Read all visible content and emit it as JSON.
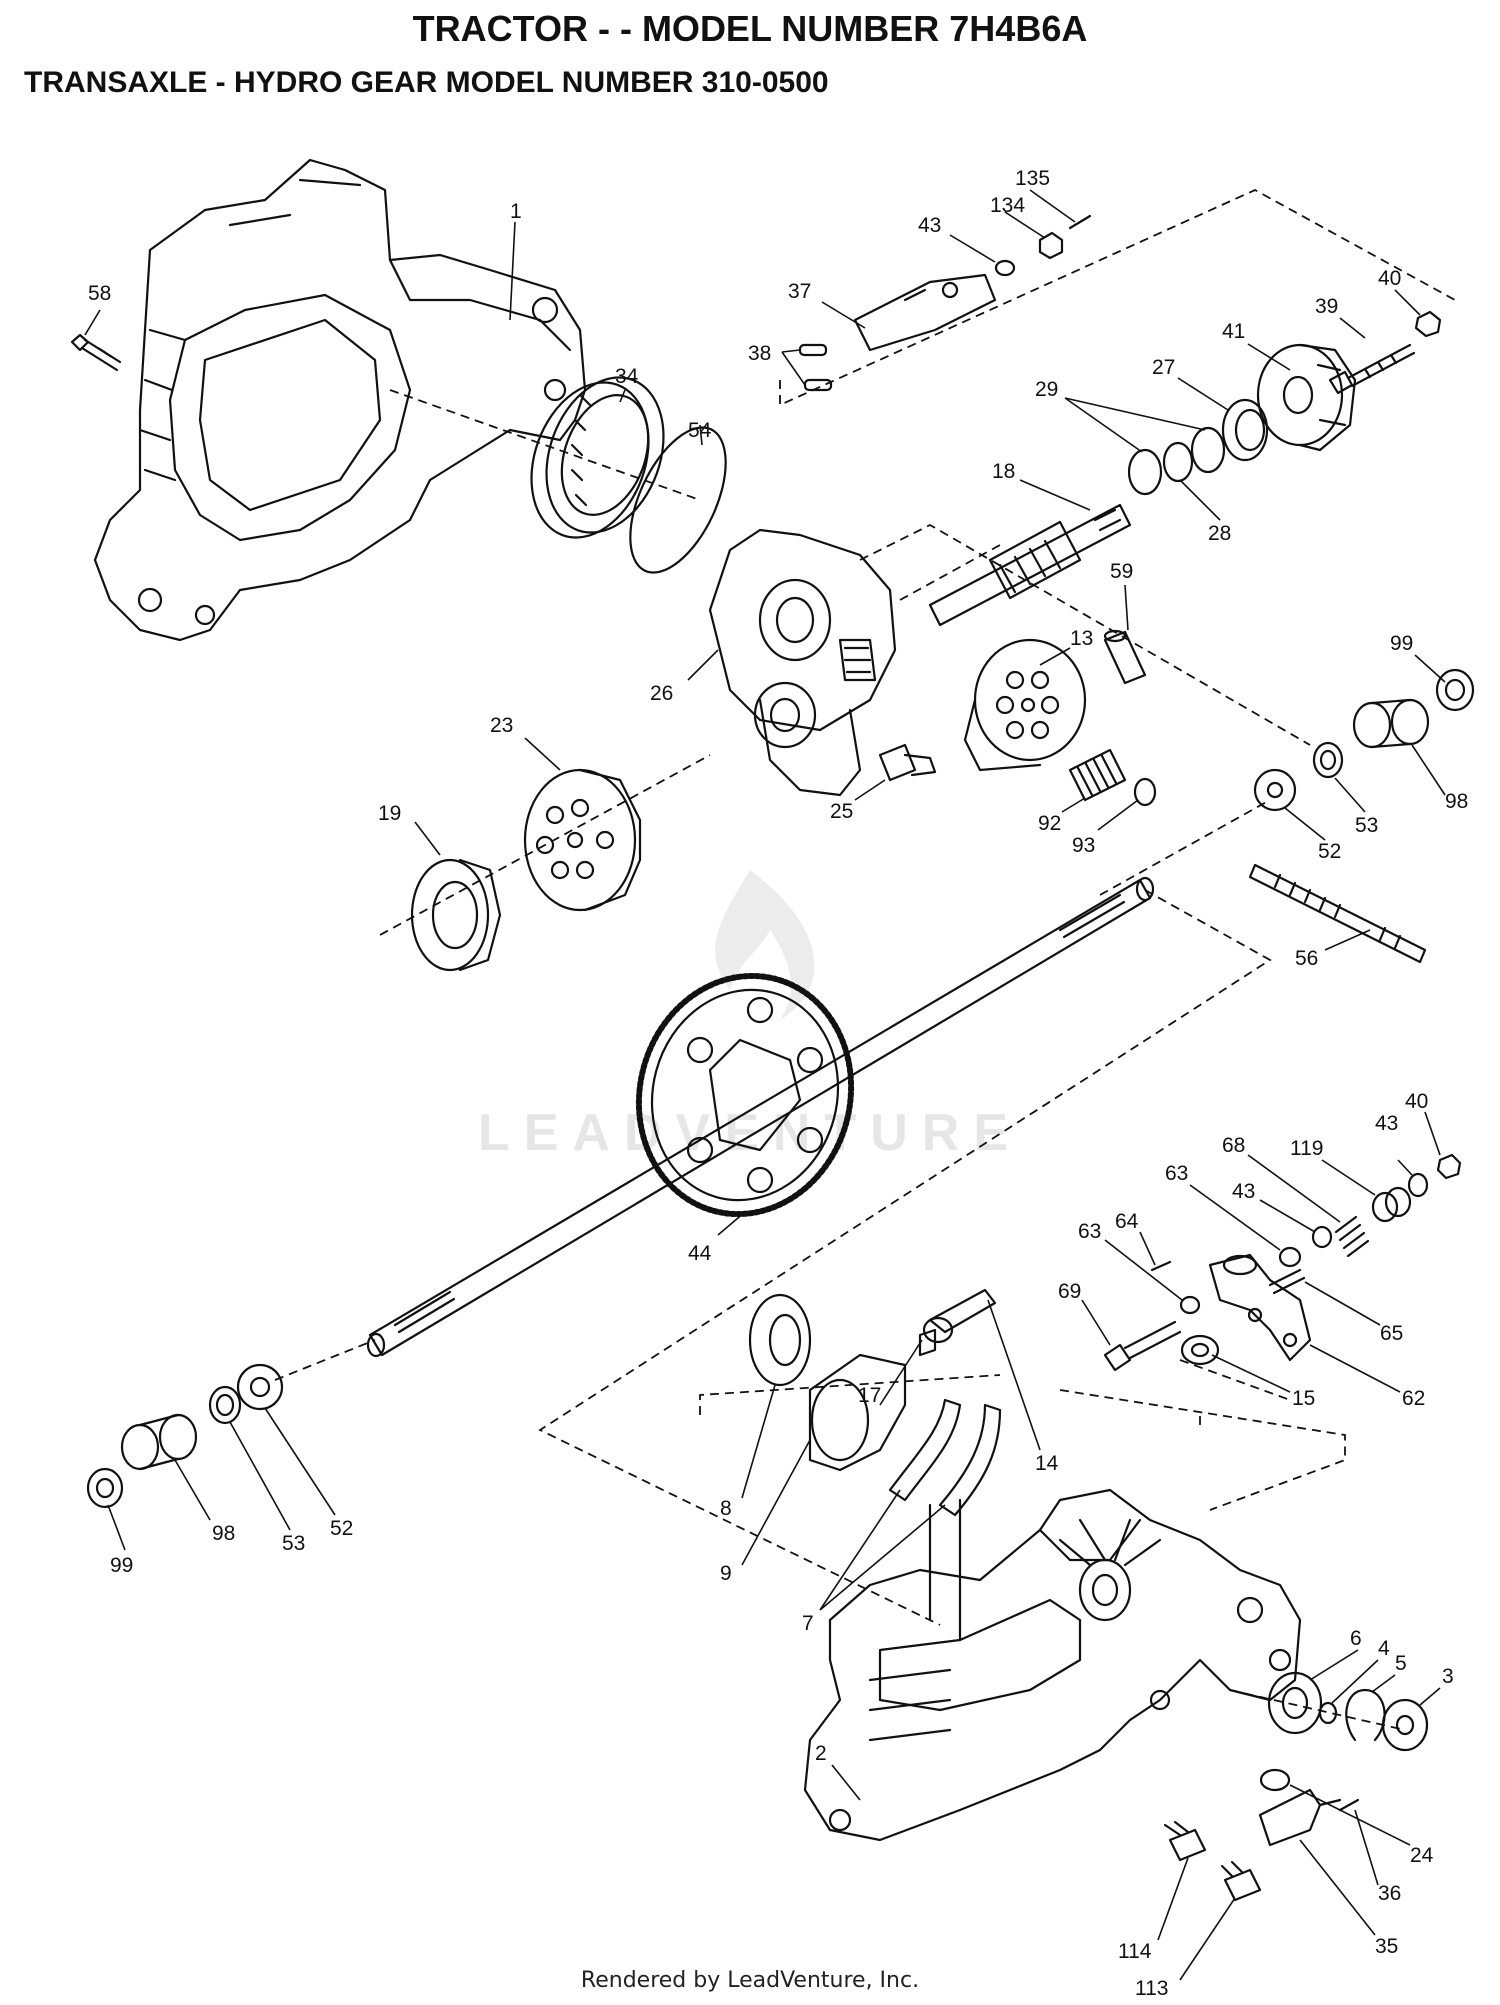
{
  "header": {
    "title": "TRACTOR - - MODEL NUMBER 7H4B6A",
    "subtitle": "TRANSAXLE  - HYDRO GEAR MODEL NUMBER 310-0500"
  },
  "watermark": "LEADVENTURE",
  "footer": "Rendered by LeadVenture, Inc.",
  "callouts": [
    {
      "id": "135",
      "label": "135"
    },
    {
      "id": "134",
      "label": "134"
    },
    {
      "id": "43a",
      "label": "43"
    },
    {
      "id": "58",
      "label": "58"
    },
    {
      "id": "1",
      "label": "1"
    },
    {
      "id": "37",
      "label": "37"
    },
    {
      "id": "38",
      "label": "38"
    },
    {
      "id": "40a",
      "label": "40"
    },
    {
      "id": "39",
      "label": "39"
    },
    {
      "id": "41",
      "label": "41"
    },
    {
      "id": "27",
      "label": "27"
    },
    {
      "id": "34",
      "label": "34"
    },
    {
      "id": "54",
      "label": "54"
    },
    {
      "id": "29",
      "label": "29"
    },
    {
      "id": "18",
      "label": "18"
    },
    {
      "id": "28",
      "label": "28"
    },
    {
      "id": "59",
      "label": "59"
    },
    {
      "id": "99a",
      "label": "99"
    },
    {
      "id": "26",
      "label": "26"
    },
    {
      "id": "13",
      "label": "13"
    },
    {
      "id": "23",
      "label": "23"
    },
    {
      "id": "98a",
      "label": "98"
    },
    {
      "id": "53a",
      "label": "53"
    },
    {
      "id": "19",
      "label": "19"
    },
    {
      "id": "25",
      "label": "25"
    },
    {
      "id": "92",
      "label": "92"
    },
    {
      "id": "93",
      "label": "93"
    },
    {
      "id": "52a",
      "label": "52"
    },
    {
      "id": "56",
      "label": "56"
    },
    {
      "id": "44",
      "label": "44"
    },
    {
      "id": "40b",
      "label": "40"
    },
    {
      "id": "68",
      "label": "68"
    },
    {
      "id": "119",
      "label": "119"
    },
    {
      "id": "43b",
      "label": "43"
    },
    {
      "id": "63a",
      "label": "63"
    },
    {
      "id": "43c",
      "label": "43"
    },
    {
      "id": "63b",
      "label": "63"
    },
    {
      "id": "64",
      "label": "64"
    },
    {
      "id": "69",
      "label": "69"
    },
    {
      "id": "65",
      "label": "65"
    },
    {
      "id": "15",
      "label": "15"
    },
    {
      "id": "62",
      "label": "62"
    },
    {
      "id": "17",
      "label": "17"
    },
    {
      "id": "14",
      "label": "14"
    },
    {
      "id": "8",
      "label": "8"
    },
    {
      "id": "9",
      "label": "9"
    },
    {
      "id": "7",
      "label": "7"
    },
    {
      "id": "99b",
      "label": "99"
    },
    {
      "id": "98b",
      "label": "98"
    },
    {
      "id": "53b",
      "label": "53"
    },
    {
      "id": "52b",
      "label": "52"
    },
    {
      "id": "6",
      "label": "6"
    },
    {
      "id": "4",
      "label": "4"
    },
    {
      "id": "5",
      "label": "5"
    },
    {
      "id": "3",
      "label": "3"
    },
    {
      "id": "2",
      "label": "2"
    },
    {
      "id": "24",
      "label": "24"
    },
    {
      "id": "36",
      "label": "36"
    },
    {
      "id": "35",
      "label": "35"
    },
    {
      "id": "114",
      "label": "114"
    },
    {
      "id": "113",
      "label": "113"
    }
  ]
}
